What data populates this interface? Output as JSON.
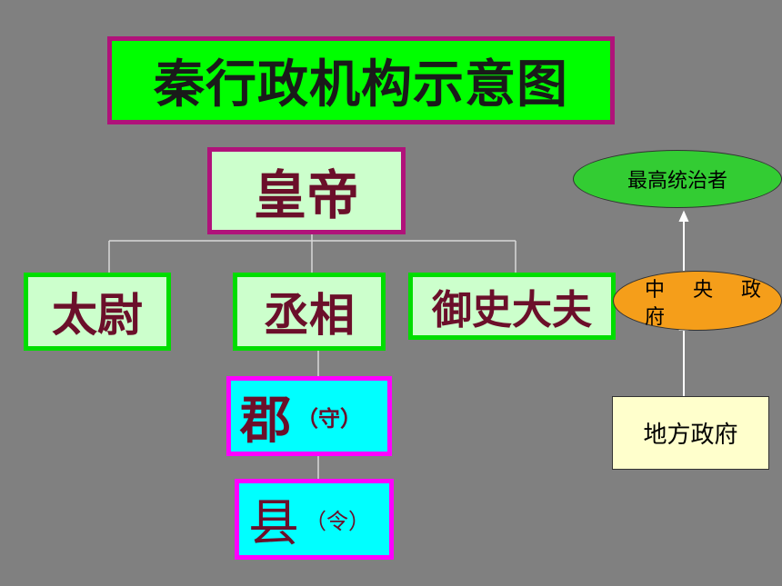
{
  "title": "秦行政机构示意图",
  "emperor": "皇帝",
  "officials": {
    "taiwei": "太尉",
    "chengxiang": "丞相",
    "yushi": "御史大夫"
  },
  "local": {
    "jun": "郡",
    "jun_official": "（守）",
    "xian": "县",
    "xian_official": "（令）"
  },
  "side": {
    "supreme_ruler": "最高统治者",
    "central_government": "中 央 政 府",
    "local_government": "地方政府"
  },
  "colors": {
    "background": "#808080",
    "title_fill": "#00ff00",
    "emperor_fill": "#ccffcc",
    "border_magenta": "#b0127a",
    "official_border": "#00dd00",
    "local_fill": "#00ffff",
    "local_border": "#ff00ff",
    "ellipse_green": "#33cc33",
    "ellipse_orange": "#f59e1a",
    "local_gov_fill": "#ffffcc",
    "text_dark_red": "#6b0f2a"
  }
}
